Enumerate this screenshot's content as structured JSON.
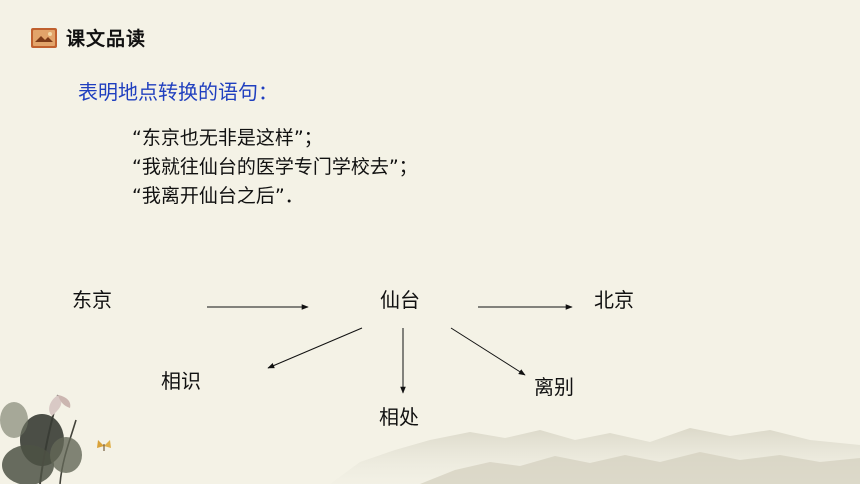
{
  "header": {
    "title": "课文品读",
    "icon": "book-icon"
  },
  "subtitle": "表明地点转换的语句：",
  "quotes": [
    "“东京也无非是这样”；",
    "“我就往仙台的医学专门学校去”；",
    "“我离开仙台之后”．"
  ],
  "flow": {
    "tokyo": "东京",
    "sendai": "仙台",
    "beijing": "北京",
    "meet": "相识",
    "together": "相处",
    "parting": "离别"
  },
  "colors": {
    "background": "#f4f2e6",
    "subtitle": "#1f3fbf",
    "text": "#111111"
  }
}
